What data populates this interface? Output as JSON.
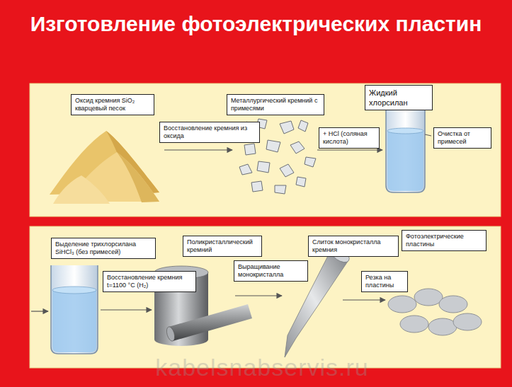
{
  "diagram": {
    "title": "Изготовление фотоэлектрических пластин",
    "nodes": [
      {
        "text": [
          "Оксид кремния SiO₂ кварцевый песок"
        ]
      },
      {
        "text": [
          "Восстановление кремния из оксида"
        ]
      },
      {
        "text": [
          "Металлургический кремний с примесями"
        ]
      },
      {
        "text": [
          "+ HCl (соляная кислота)"
        ]
      },
      {
        "text": [
          "Жидкий хлорсилан"
        ]
      },
      {
        "text": [
          "Очистка от примесей"
        ]
      },
      {
        "text": [
          "Выделение трихлорсилана SiHCl₃ (без примесей)"
        ]
      },
      {
        "text": [
          "Восстановление кремния t=1100 °C (H₂)"
        ]
      },
      {
        "text": [
          "Поликристаллический кремний"
        ]
      },
      {
        "text": [
          "Выращивание монокристалла"
        ]
      },
      {
        "text": [
          "Слиток монокристалла кремния"
        ]
      },
      {
        "text": [
          "Резка на пластины"
        ]
      },
      {
        "text": [
          "Фотоэлектрические пластины"
        ]
      }
    ],
    "labels": [
      "kabelsnabservis.ru"
    ]
  }
}
